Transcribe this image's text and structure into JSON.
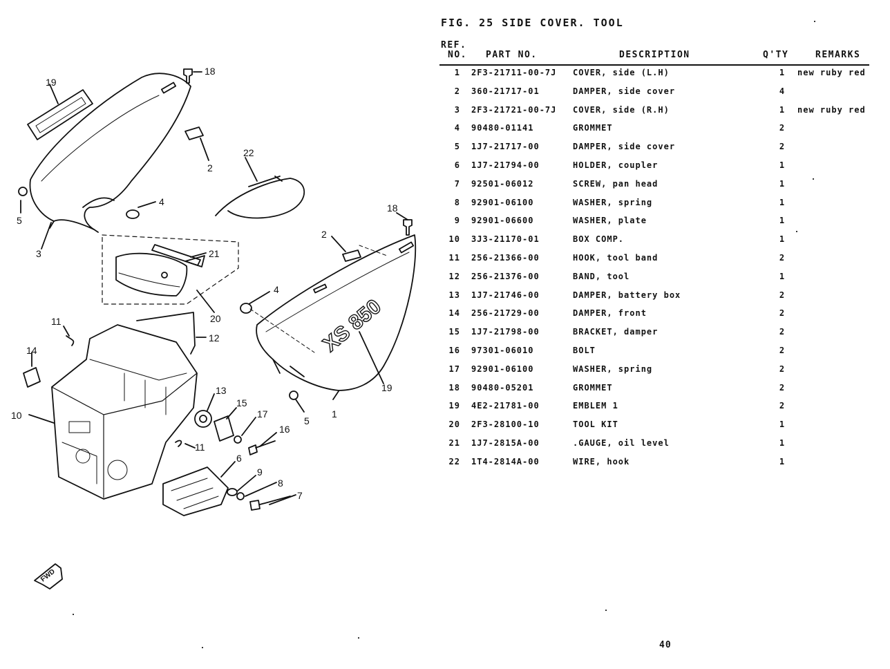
{
  "figure": {
    "title": "FIG. 25  SIDE COVER. TOOL"
  },
  "table": {
    "headers": {
      "ref_top": "REF.",
      "ref_bottom": "NO.",
      "part_no": "PART NO.",
      "description": "DESCRIPTION",
      "qty": "Q'TY",
      "remarks": "REMARKS"
    },
    "rows": [
      {
        "ref": "1",
        "part": "2F3-21711-00-7J",
        "desc": "COVER, side (L.H)",
        "qty": "1",
        "rem": "new ruby red"
      },
      {
        "ref": "2",
        "part": "360-21717-01",
        "desc": "DAMPER, side cover",
        "qty": "4",
        "rem": ""
      },
      {
        "ref": "3",
        "part": "2F3-21721-00-7J",
        "desc": "COVER, side (R.H)",
        "qty": "1",
        "rem": "new ruby red"
      },
      {
        "ref": "4",
        "part": "90480-01141",
        "desc": "GROMMET",
        "qty": "2",
        "rem": ""
      },
      {
        "ref": "5",
        "part": "1J7-21717-00",
        "desc": "DAMPER, side cover",
        "qty": "2",
        "rem": ""
      },
      {
        "ref": "6",
        "part": "1J7-21794-00",
        "desc": "HOLDER, coupler",
        "qty": "1",
        "rem": ""
      },
      {
        "ref": "7",
        "part": "92501-06012",
        "desc": "SCREW, pan head",
        "qty": "1",
        "rem": ""
      },
      {
        "ref": "8",
        "part": "92901-06100",
        "desc": "WASHER, spring",
        "qty": "1",
        "rem": ""
      },
      {
        "ref": "9",
        "part": "92901-06600",
        "desc": "WASHER, plate",
        "qty": "1",
        "rem": ""
      },
      {
        "ref": "10",
        "part": "3J3-21170-01",
        "desc": "BOX COMP.",
        "qty": "1",
        "rem": ""
      },
      {
        "ref": "11",
        "part": "256-21366-00",
        "desc": "HOOK, tool band",
        "qty": "2",
        "rem": ""
      },
      {
        "ref": "12",
        "part": "256-21376-00",
        "desc": "BAND, tool",
        "qty": "1",
        "rem": ""
      },
      {
        "ref": "13",
        "part": "1J7-21746-00",
        "desc": "DAMPER, battery box",
        "qty": "2",
        "rem": ""
      },
      {
        "ref": "14",
        "part": "256-21729-00",
        "desc": "DAMPER, front",
        "qty": "2",
        "rem": ""
      },
      {
        "ref": "15",
        "part": "1J7-21798-00",
        "desc": "BRACKET, damper",
        "qty": "2",
        "rem": ""
      },
      {
        "ref": "16",
        "part": "97301-06010",
        "desc": "BOLT",
        "qty": "2",
        "rem": ""
      },
      {
        "ref": "17",
        "part": "92901-06100",
        "desc": "WASHER, spring",
        "qty": "2",
        "rem": ""
      },
      {
        "ref": "18",
        "part": "90480-05201",
        "desc": "GROMMET",
        "qty": "2",
        "rem": ""
      },
      {
        "ref": "19",
        "part": "4E2-21781-00",
        "desc": "EMBLEM 1",
        "qty": "2",
        "rem": ""
      },
      {
        "ref": "20",
        "part": "2F3-28100-10",
        "desc": "TOOL KIT",
        "qty": "1",
        "rem": ""
      },
      {
        "ref": "21",
        "part": "1J7-2815A-00",
        "desc": ".GAUGE, oil level",
        "qty": "1",
        "rem": ""
      },
      {
        "ref": "22",
        "part": "1T4-2814A-00",
        "desc": "WIRE, hook",
        "qty": "1",
        "rem": ""
      }
    ]
  },
  "diagram": {
    "callouts": [
      "19",
      "18",
      "2",
      "22",
      "4",
      "5",
      "3",
      "21",
      "20",
      "18",
      "2",
      "4",
      "11",
      "12",
      "14",
      "13",
      "15",
      "17",
      "16",
      "10",
      "11",
      "6",
      "9",
      "8",
      "7",
      "19",
      "5",
      "1"
    ],
    "emblem_text": "XS 850",
    "fwd_label": "FWD"
  },
  "footer": {
    "page_number": "40"
  }
}
